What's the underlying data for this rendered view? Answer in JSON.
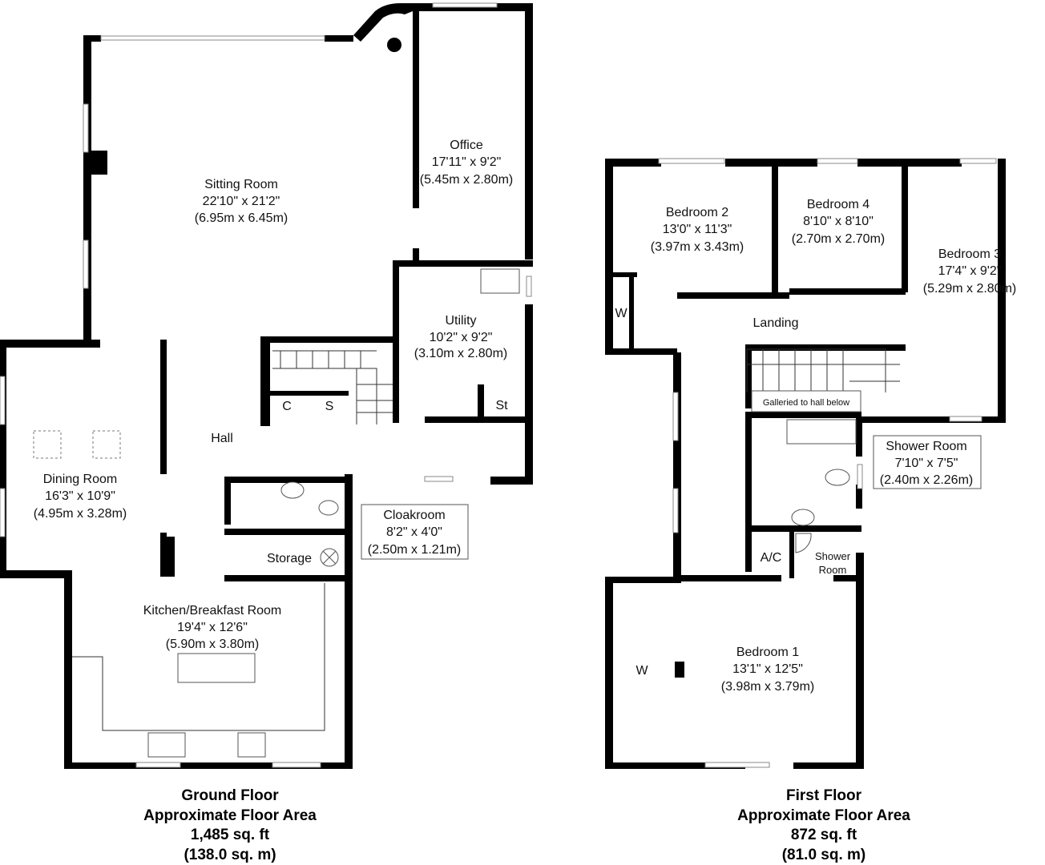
{
  "ground_floor": {
    "rooms": [
      {
        "name": "Sitting Room",
        "imperial": "22'10\" x 21'2\"",
        "metric": "(6.95m x 6.45m)"
      },
      {
        "name": "Office",
        "imperial": "17'11\" x 9'2\"",
        "metric": "(5.45m x 2.80m)"
      },
      {
        "name": "Utility",
        "imperial": "10'2\" x 9'2\"",
        "metric": "(3.10m x 2.80m)"
      },
      {
        "name": "Dining Room",
        "imperial": "16'3\" x 10'9\"",
        "metric": "(4.95m x 3.28m)"
      },
      {
        "name": "Cloakroom",
        "imperial": "8'2\" x 4'0\"",
        "metric": "(2.50m x 1.21m)"
      },
      {
        "name": "Kitchen/Breakfast Room",
        "imperial": "19'4\" x 12'6\"",
        "metric": "(5.90m x 3.80m)"
      }
    ],
    "labels": {
      "hall": "Hall",
      "storage": "Storage",
      "c": "C",
      "s": "S",
      "st": "St"
    },
    "footer": {
      "title": "Ground Floor",
      "subtitle": "Approximate Floor Area",
      "sqft": "1,485 sq. ft",
      "sqm": "(138.0 sq. m)"
    }
  },
  "first_floor": {
    "rooms": [
      {
        "name": "Bedroom 2",
        "imperial": "13'0\" x 11'3\"",
        "metric": "(3.97m x 3.43m)"
      },
      {
        "name": "Bedroom 4",
        "imperial": "8'10\" x 8'10\"",
        "metric": "(2.70m x 2.70m)"
      },
      {
        "name": "Bedroom 3",
        "imperial": "17'4\" x 9'2\"",
        "metric": "(5.29m x 2.80m)"
      },
      {
        "name": "Shower Room",
        "imperial": "7'10\" x 7'5\"",
        "metric": "(2.40m x 2.26m)"
      },
      {
        "name": "Bedroom 1",
        "imperial": "13'1\" x 12'5\"",
        "metric": "(3.98m x 3.79m)"
      }
    ],
    "labels": {
      "landing": "Landing",
      "galleried": "Galleried to hall below",
      "w1": "W",
      "w2": "W",
      "ac": "A/C",
      "shower_small_1": "Shower",
      "shower_small_2": "Room"
    },
    "footer": {
      "title": "First Floor",
      "subtitle": "Approximate Floor Area",
      "sqft": "872 sq. ft",
      "sqm": "(81.0 sq. m)"
    }
  }
}
